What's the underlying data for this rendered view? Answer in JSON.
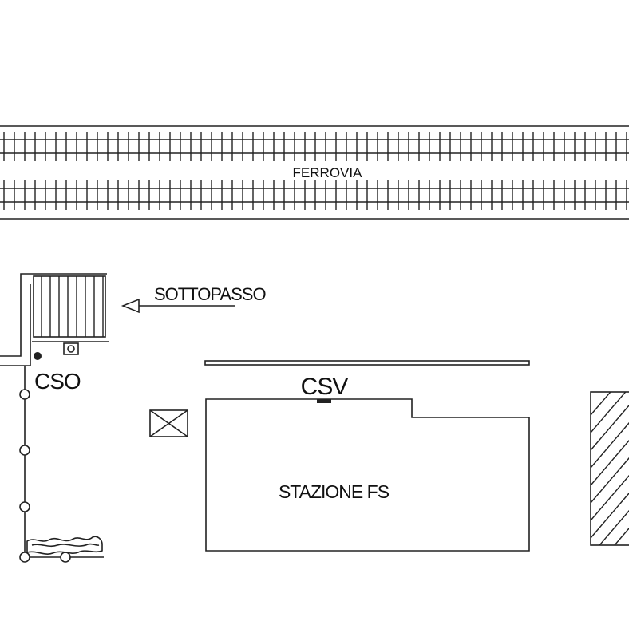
{
  "labels": {
    "railway": "FERROVIA",
    "underpass": "SOTTOPASSO",
    "cso": "CSO",
    "csv": "CSV",
    "station": "STAZIONE FS"
  },
  "colors": {
    "ink": "#222222",
    "background": "#ffffff"
  }
}
